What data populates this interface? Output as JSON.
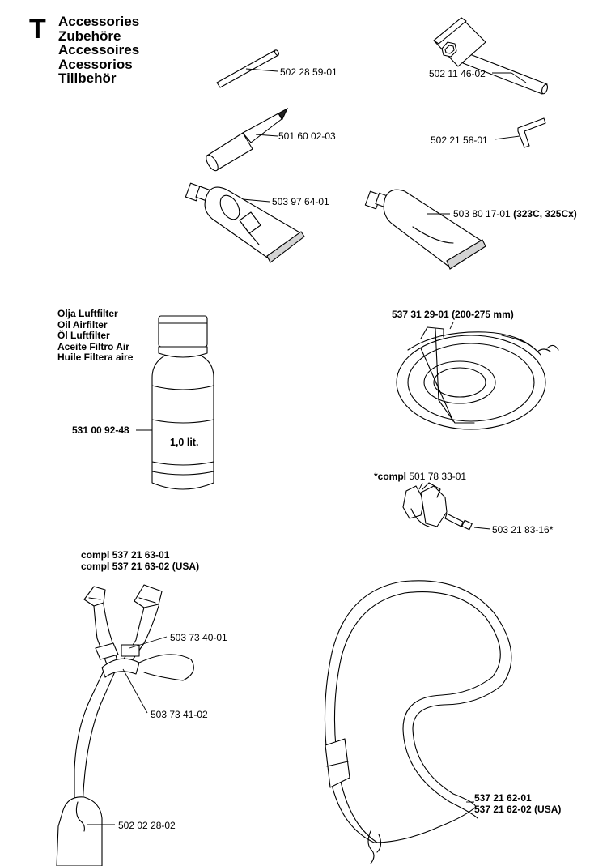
{
  "section": {
    "letter": "T",
    "titles": [
      "Accessories",
      "Zubehöre",
      "Accessoires",
      "Acessorios",
      "Tillbehör"
    ]
  },
  "parts": {
    "rod": "502 28 59-01",
    "socket_wrench": "502 11 46-02",
    "file_tool": "501 60 02-03",
    "hex_key": "502 21 58-01",
    "grease_tube_1": "503 97 64-01",
    "grease_tube_2": "503 80 17-01",
    "grease_tube_2_note": "(323C, 325Cx)",
    "oil_bottle": "531 00 92-48",
    "oil_bottle_volume": "1,0 lit.",
    "oil_labels": [
      "Olja Luftfilter",
      "Oil Airfilter",
      "Öl Luftfilter",
      "Aceite Filtro Air",
      "Huile Filtera aire"
    ],
    "guard": "537 31 29-01 (200-275 mm)",
    "clamp_compl_prefix": "*compl",
    "clamp_compl_number": "501 78 33-01",
    "clamp_screw": "503 21 83-16*",
    "harness_compl": [
      "compl 537 21 63-01",
      "compl 537 21 63-02 (USA)"
    ],
    "harness_buckle": "503 73 40-01",
    "harness_pad": "503 73 41-02",
    "harness_hook": "502 02 28-02",
    "strap": [
      "537 21 62-01",
      "537 21 62-02 (USA)"
    ]
  }
}
